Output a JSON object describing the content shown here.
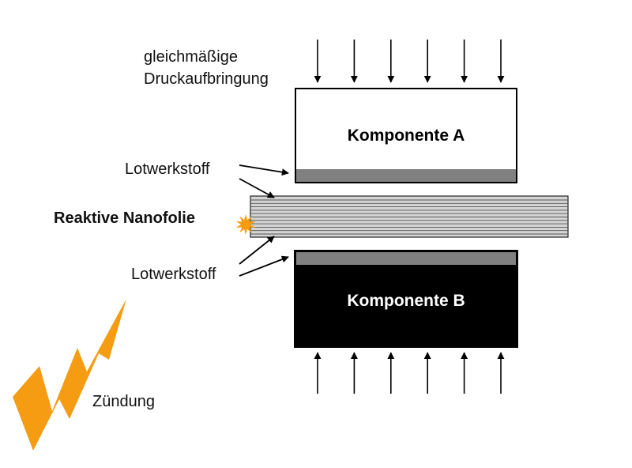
{
  "labels": {
    "pressure_line1": "gleichmäßige",
    "pressure_line2": "Druckaufbringung",
    "component_a": "Komponente A",
    "component_b": "Komponente B",
    "solder_top": "Lotwerkstoff",
    "solder_bottom": "Lotwerkstoff",
    "foil": "Reaktive Nanofolie",
    "ignition": "Zündung"
  },
  "colors": {
    "component_a_fill": "#ffffff",
    "component_b_fill": "#000000",
    "solder_fill": "#808080",
    "foil_fill": "#d4d4d4",
    "foil_lines": "#555555",
    "ignition": "#f59c12",
    "spark": "#f59c12"
  },
  "icons": {
    "ignition": "lightning-bolt-icon",
    "spark": "spark-burst-icon"
  },
  "pressure_arrow_count_top": 6,
  "pressure_arrow_count_bottom": 6
}
